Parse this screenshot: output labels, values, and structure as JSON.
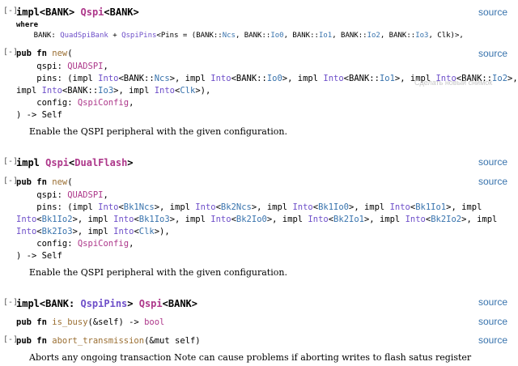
{
  "source_label": "source",
  "toggle_glyph": "[-]",
  "impl1": {
    "kw_impl": "impl",
    "generic": "<BANK>",
    "struct": "Qspi",
    "struct_generic": "<BANK>",
    "where": "where",
    "bound_prefix": "    BANK: ",
    "bound_t1": "QuadSpiBank",
    "bound_plus": " + ",
    "bound_t2": "QspiPins",
    "bound_rest": "<Pins = (BANK::",
    "pins": [
      "Ncs",
      "Io0",
      "Io1",
      "Io2",
      "Io3"
    ],
    "pins_tail": ", Clk)>,"
  },
  "new1": {
    "sig": "pub fn ",
    "name": "new",
    "open": "(",
    "qspi_label": "    qspi: ",
    "qspi_type": "QUADSPI",
    "pins_label": "    pins: (",
    "into": "Into",
    "bank": "<BANK::",
    "pins": [
      "Ncs",
      "Io0",
      "Io1",
      "Io2",
      "Io3"
    ],
    "clk": "Clk",
    "config_label": "    config: ",
    "config_type": "QspiConfig",
    "ret": ") -> Self",
    "doc": "Enable the QSPI peripheral with the given configuration."
  },
  "impl2": {
    "kw_impl": "impl ",
    "struct": "Qspi",
    "generic_open": "<",
    "generic": "DualFlash",
    "generic_close": ">"
  },
  "new2": {
    "sig": "pub fn ",
    "name": "new",
    "qspi_label": "    qspi: ",
    "qspi_type": "QUADSPI",
    "pins_label": "    pins: (",
    "into": "Into",
    "pins": [
      "Bk1Ncs",
      "Bk2Ncs",
      "Bk1Io0",
      "Bk1Io1",
      "Bk1Io2",
      "Bk1Io3",
      "Bk2Io0",
      "Bk2Io1",
      "Bk2Io2",
      "Bk2Io3",
      "Clk"
    ],
    "config_label": "    config: ",
    "config_type": "QspiConfig",
    "ret": ") -> Self",
    "doc": "Enable the QSPI peripheral with the given configuration."
  },
  "impl3": {
    "kw_impl": "impl<BANK: ",
    "trait": "QspiPins",
    "close": "> ",
    "struct": "Qspi",
    "generic": "<BANK>"
  },
  "is_busy": {
    "sig": "pub fn ",
    "name": "is_busy",
    "args": "(&self) -> ",
    "ret": "bool"
  },
  "abort": {
    "sig": "pub fn ",
    "name": "abort_transmission",
    "args": "(&mut self)",
    "doc": "Aborts any ongoing transaction Note can cause problems if aborting writes to flash satus register"
  },
  "ghost_text": "Сделать новый снимок"
}
